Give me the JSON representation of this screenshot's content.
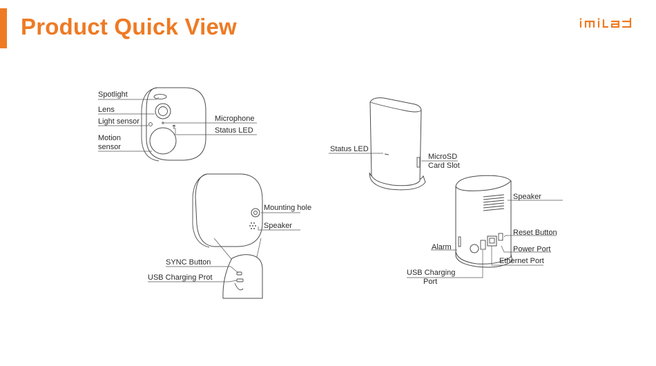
{
  "header": {
    "title": "Product Quick View",
    "brand": "imilab",
    "accent_color": "#ee7a24"
  },
  "camera_front": {
    "labels": {
      "spotlight": "Spotlight",
      "lens": "Lens",
      "light_sensor": "Light sensor",
      "motion_sensor_line1": "Motion",
      "motion_sensor_line2": "sensor",
      "microphone": "Microphone",
      "status_led": "Status LED"
    }
  },
  "camera_back": {
    "labels": {
      "mounting_hole": "Mounting hole",
      "speaker": "Speaker",
      "sync_button": "SYNC Button",
      "usb_charging": "USB Charging Prot"
    }
  },
  "hub_front": {
    "labels": {
      "status_led": "Status LED",
      "microsd_line1": "MicroSD",
      "microsd_line2": "Card Slot"
    }
  },
  "hub_back": {
    "labels": {
      "speaker": "Speaker",
      "reset_button": "Reset Button",
      "alarm": "Alarm",
      "power_port": "Power Port",
      "ethernet_port": "Ethernet Port",
      "usb_charging_line1": "USB Charging",
      "usb_charging_line2": "Port"
    }
  }
}
